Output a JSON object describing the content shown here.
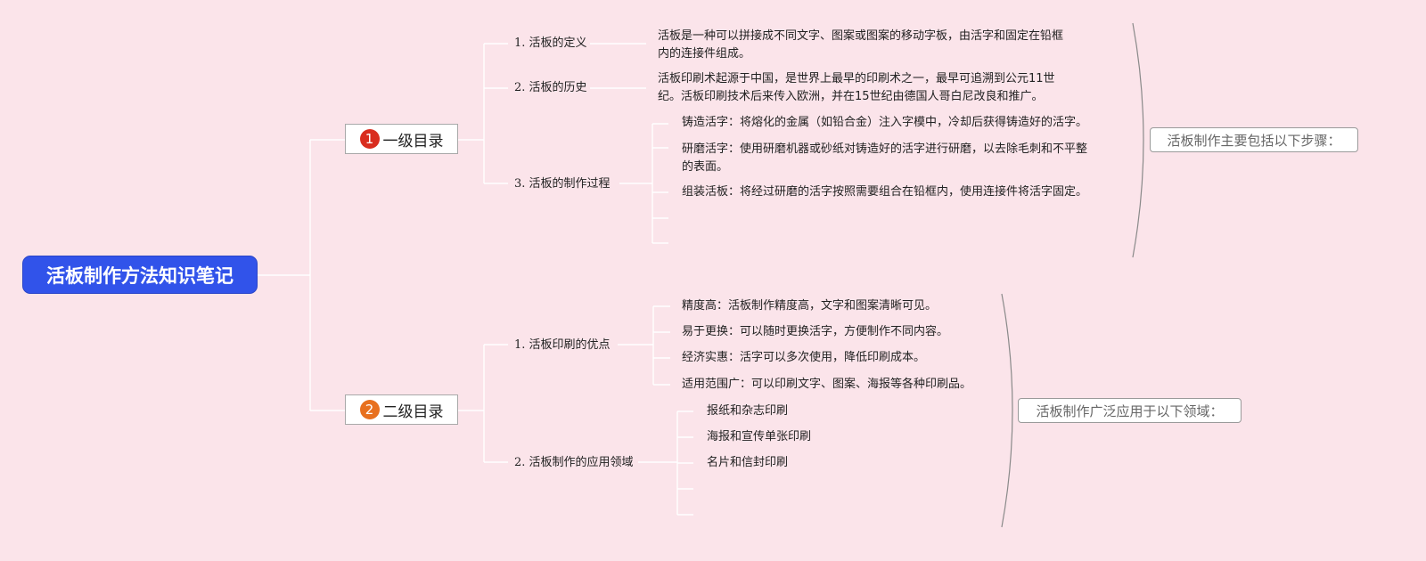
{
  "root": {
    "title": "活板制作方法知识笔记"
  },
  "level1": [
    {
      "badge": "1",
      "label": "一级目录",
      "badge_color": "#d92d1f"
    },
    {
      "badge": "2",
      "label": "二级目录",
      "badge_color": "#e8701e"
    }
  ],
  "section1": {
    "definition": {
      "label": "1. 活板的定义",
      "lines": [
        "活板是一种可以拼接成不同文字、图案或图案的移动字板，由活字和固定在铅框",
        "内的连接件组成。"
      ]
    },
    "history": {
      "label": "2. 活板的历史",
      "lines": [
        "活板印刷术起源于中国，是世界上最早的印刷术之一，最早可追溯到公元11世",
        "纪。活板印刷技术后来传入欧洲，并在15世纪由德国人哥白尼改良和推广。"
      ]
    },
    "process": {
      "label": "3. 活板的制作过程",
      "steps": [
        {
          "lines": [
            "铸造活字：将熔化的金属（如铅合金）注入字模中，冷却后获得铸造好的活字。"
          ]
        },
        {
          "lines": [
            "研磨活字：使用研磨机器或砂纸对铸造好的活字进行研磨，以去除毛刺和不平整",
            "的表面。"
          ]
        },
        {
          "lines": [
            "组装活板：将经过研磨的活字按照需要组合在铅框内，使用连接件将活字固定。"
          ]
        }
      ],
      "summary": "活板制作主要包括以下步骤："
    }
  },
  "section2": {
    "advantages": {
      "label": "1. 活板印刷的优点",
      "items": [
        "精度高：活板制作精度高，文字和图案清晰可见。",
        "易于更换：可以随时更换活字，方便制作不同内容。",
        "经济实惠：活字可以多次使用，降低印刷成本。",
        "适用范围广：可以印刷文字、图案、海报等各种印刷品。"
      ]
    },
    "applications": {
      "label": "2. 活板制作的应用领域",
      "items": [
        "报纸和杂志印刷",
        "海报和宣传单张印刷",
        "名片和信封印刷"
      ]
    },
    "summary": "活板制作广泛应用于以下领域："
  },
  "colors": {
    "background": "#fbe4ea",
    "root": "#3153ea",
    "line": "#ffffff"
  }
}
